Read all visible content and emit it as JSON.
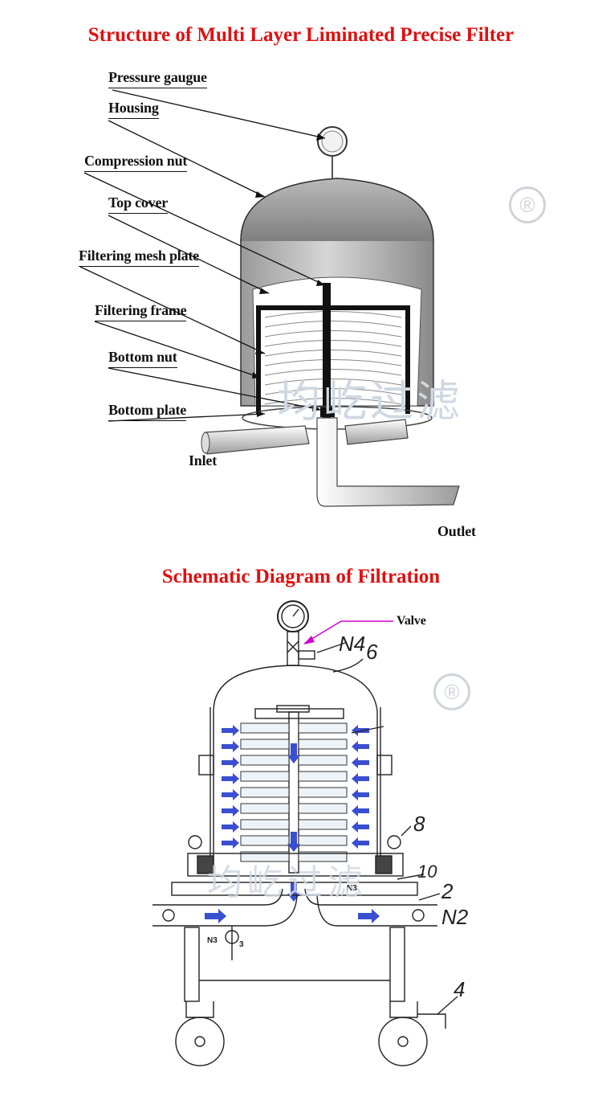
{
  "titles": {
    "structure": "Structure of Multi Layer Liminated Precise Filter",
    "schematic": "Schematic Diagram of Filtration"
  },
  "structure_labels": [
    "Pressure gaugue",
    "Housing",
    "Compression nut",
    "Top cover",
    "Filtering mesh plate",
    "Filtering frame",
    "Bottom nut",
    "Bottom plate",
    "Inlet",
    "Outlet"
  ],
  "schematic_labels": {
    "valve": "Valve",
    "n4": "N4",
    "n6": "6",
    "n8": "8",
    "n10": "10",
    "n2": "2",
    "n2b": "N2",
    "n4b": "4",
    "n3": "N3",
    "n3b": "N3",
    "n3c": "3"
  },
  "watermark": "均屹过滤",
  "registered_mark": "®",
  "colors": {
    "title": "#e01010",
    "arrow": "#3a4fd0",
    "valve_pointer": "#d000d0"
  }
}
